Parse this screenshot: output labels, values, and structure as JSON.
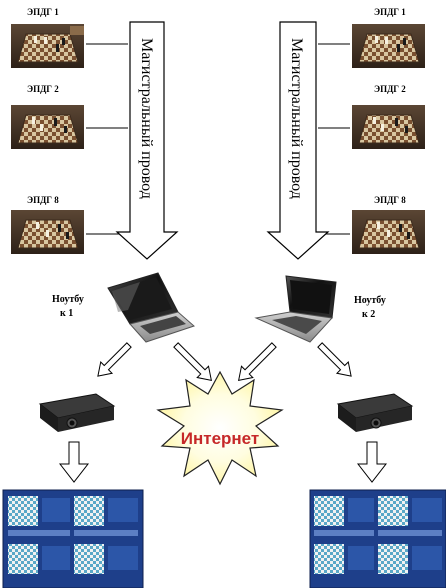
{
  "diagram": {
    "boards_left": [
      {
        "label": "ЭПДГ 1"
      },
      {
        "label": "ЭПДГ 2"
      },
      {
        "label": "ЭПДГ 8"
      }
    ],
    "boards_right": [
      {
        "label": "ЭПДГ 1"
      },
      {
        "label": "ЭПДГ 2"
      },
      {
        "label": "ЭПДГ 8"
      }
    ],
    "wire_left": "Магистральный провод",
    "wire_right": "Магистральный провод",
    "laptop_left": {
      "line1": "Ноутбу",
      "line2": "к 1"
    },
    "laptop_right": {
      "line1": "Ноутбу",
      "line2": "к 2"
    },
    "internet": "Интернет",
    "colors": {
      "internet_text": "#c62828",
      "star_fill": "#fff59d",
      "screen_bg": "#1e3f8a",
      "board_light": "#d8c6a0",
      "board_dark": "#7a5030"
    }
  }
}
